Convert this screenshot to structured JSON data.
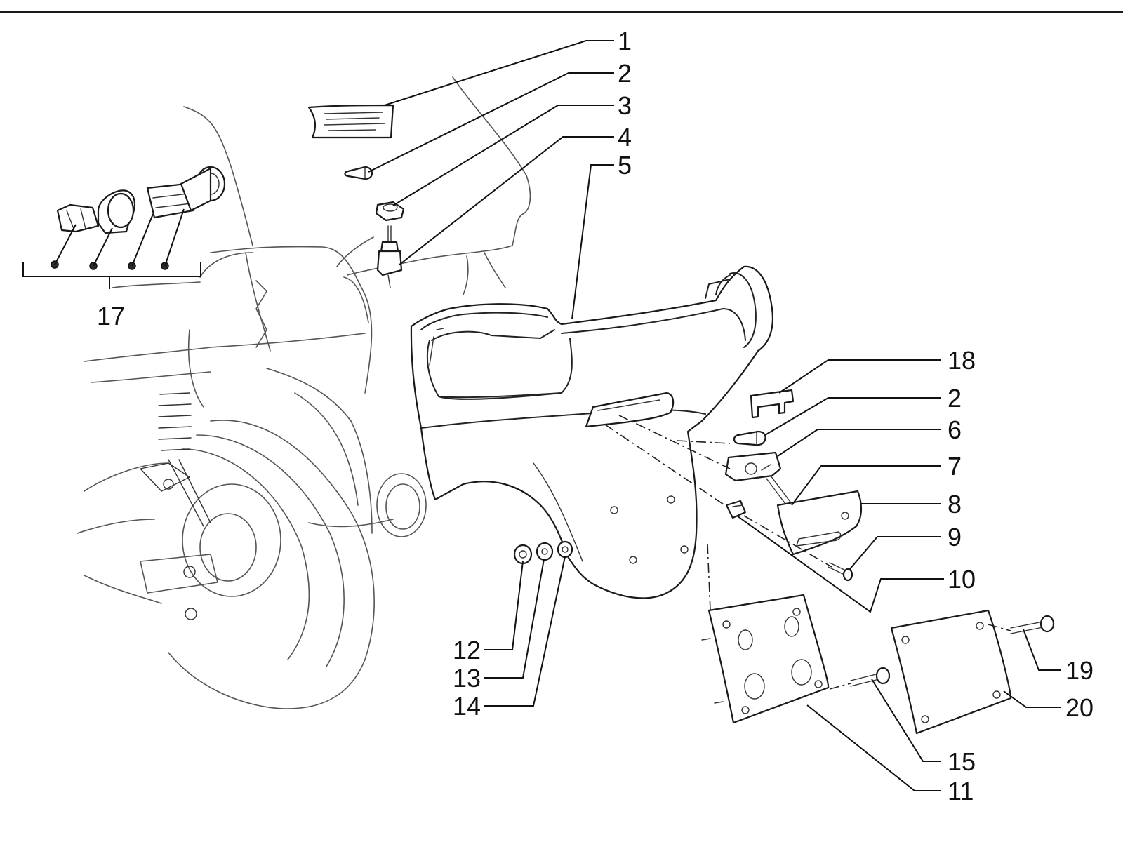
{
  "diagram": {
    "callouts": [
      {
        "id": "c1",
        "label": "1"
      },
      {
        "id": "c2a",
        "label": "2"
      },
      {
        "id": "c3",
        "label": "3"
      },
      {
        "id": "c4",
        "label": "4"
      },
      {
        "id": "c5",
        "label": "5"
      },
      {
        "id": "c17",
        "label": "17"
      },
      {
        "id": "c18",
        "label": "18"
      },
      {
        "id": "c2b",
        "label": "2"
      },
      {
        "id": "c6",
        "label": "6"
      },
      {
        "id": "c7",
        "label": "7"
      },
      {
        "id": "c8",
        "label": "8"
      },
      {
        "id": "c9",
        "label": "9"
      },
      {
        "id": "c10",
        "label": "10"
      },
      {
        "id": "c12",
        "label": "12"
      },
      {
        "id": "c13",
        "label": "13"
      },
      {
        "id": "c14",
        "label": "14"
      },
      {
        "id": "c19",
        "label": "19"
      },
      {
        "id": "c20",
        "label": "20"
      },
      {
        "id": "c15",
        "label": "15"
      },
      {
        "id": "c11",
        "label": "11"
      }
    ]
  },
  "colors": {
    "line": "#1a1a1a",
    "background": "#ffffff"
  }
}
